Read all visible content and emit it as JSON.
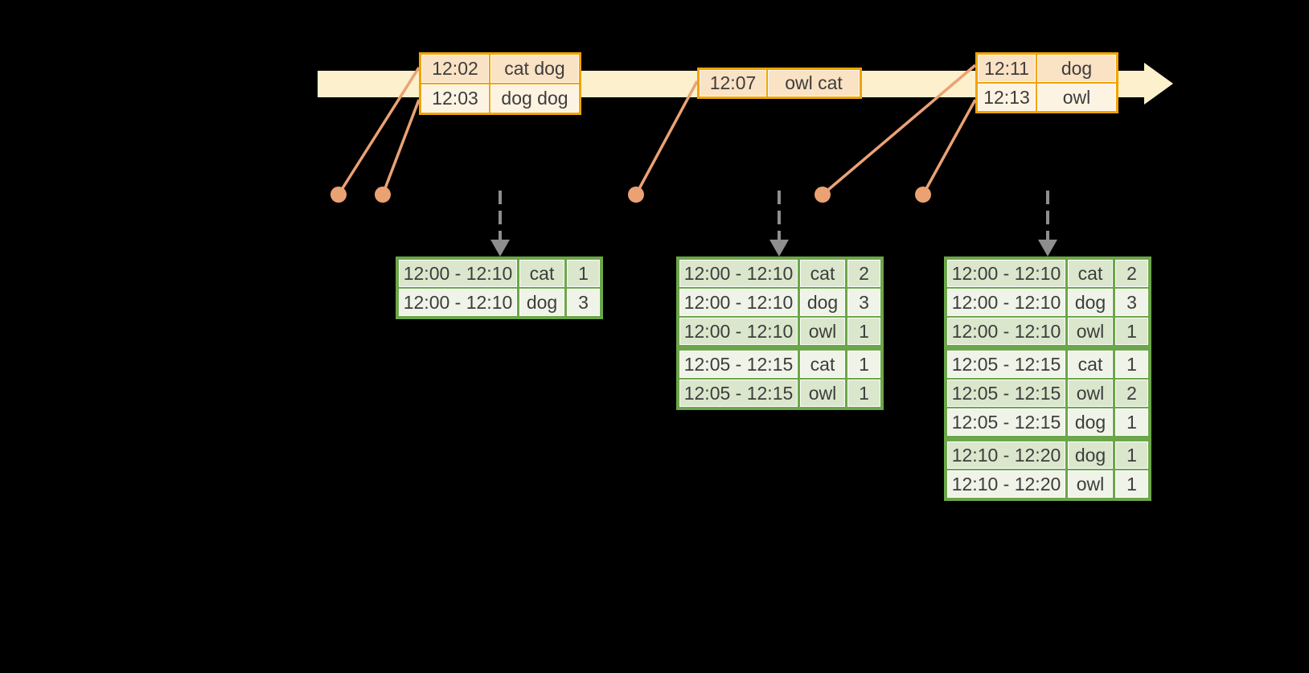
{
  "timeline": {
    "event_tables": [
      {
        "rows": [
          {
            "time": "12:02",
            "words": "cat dog"
          },
          {
            "time": "12:03",
            "words": "dog dog"
          }
        ]
      },
      {
        "rows": [
          {
            "time": "12:07",
            "words": "owl cat"
          }
        ]
      },
      {
        "rows": [
          {
            "time": "12:11",
            "words": "dog"
          },
          {
            "time": "12:13",
            "words": "owl"
          }
        ]
      }
    ]
  },
  "result_tables": [
    {
      "groups": [
        {
          "rows": [
            [
              "12:00 - 12:10",
              "cat",
              "1"
            ],
            [
              "12:00 - 12:10",
              "dog",
              "3"
            ]
          ]
        }
      ]
    },
    {
      "groups": [
        {
          "rows": [
            [
              "12:00 - 12:10",
              "cat",
              "2"
            ],
            [
              "12:00 - 12:10",
              "dog",
              "3"
            ],
            [
              "12:00 - 12:10",
              "owl",
              "1"
            ]
          ]
        },
        {
          "rows": [
            [
              "12:05 - 12:15",
              "cat",
              "1"
            ],
            [
              "12:05 - 12:15",
              "owl",
              "1"
            ]
          ]
        }
      ]
    },
    {
      "groups": [
        {
          "rows": [
            [
              "12:00 - 12:10",
              "cat",
              "2"
            ],
            [
              "12:00 - 12:10",
              "dog",
              "3"
            ],
            [
              "12:00 - 12:10",
              "owl",
              "1"
            ]
          ]
        },
        {
          "rows": [
            [
              "12:05 - 12:15",
              "cat",
              "1"
            ],
            [
              "12:05 - 12:15",
              "owl",
              "2"
            ],
            [
              "12:05 - 12:15",
              "dog",
              "1"
            ]
          ]
        },
        {
          "rows": [
            [
              "12:10 - 12:20",
              "dog",
              "1"
            ],
            [
              "12:10 - 12:20",
              "owl",
              "1"
            ]
          ]
        }
      ]
    }
  ],
  "colors": {
    "background": "#000000",
    "timeline_fill": "#FCF1CC",
    "event_border": "#F0A402",
    "event_row_fill_dark": "#FAE2C4",
    "event_row_fill_light": "#FCF3E2",
    "connector": "#EBA273",
    "trigger_arrow": "#8E8E8E",
    "result_border": "#6CA64A",
    "result_row_fill_dark": "#DBE7CC",
    "result_row_fill_light": "#EFF3E8",
    "text": "#3D3D3D"
  }
}
